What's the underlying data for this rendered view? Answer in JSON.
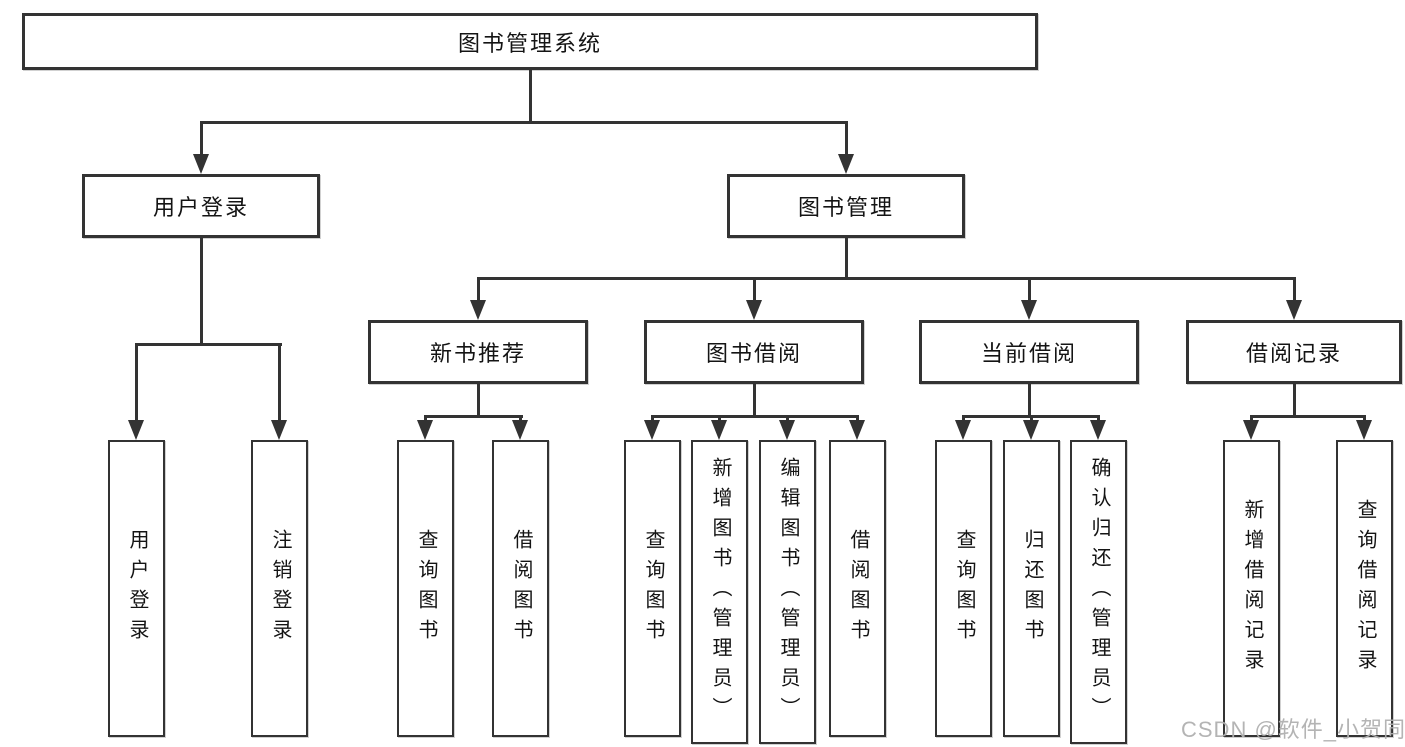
{
  "colors": {
    "line": "#333333",
    "box_border": "#333333",
    "text": "#141414",
    "background": "#ffffff",
    "watermark": "#b0b0b0"
  },
  "watermark": {
    "text": "CSDN @软件_小贺同学"
  },
  "tree": {
    "label": "图书管理系统",
    "children": [
      {
        "label": "用户登录",
        "children": [
          {
            "label": "用户登录"
          },
          {
            "label": "注销登录"
          }
        ]
      },
      {
        "label": "图书管理",
        "children": [
          {
            "label": "新书推荐",
            "children": [
              {
                "label": "查询图书"
              },
              {
                "label": "借阅图书"
              }
            ]
          },
          {
            "label": "图书借阅",
            "children": [
              {
                "label": "查询图书"
              },
              {
                "label": "新增图书（管理员）"
              },
              {
                "label": "编辑图书（管理员）"
              },
              {
                "label": "借阅图书"
              }
            ]
          },
          {
            "label": "当前借阅",
            "children": [
              {
                "label": "查询图书"
              },
              {
                "label": "归还图书"
              },
              {
                "label": "确认归还（管理员）"
              }
            ]
          },
          {
            "label": "借阅记录",
            "children": [
              {
                "label": "新增借阅记录"
              },
              {
                "label": "查询借阅记录"
              }
            ]
          }
        ]
      }
    ]
  }
}
